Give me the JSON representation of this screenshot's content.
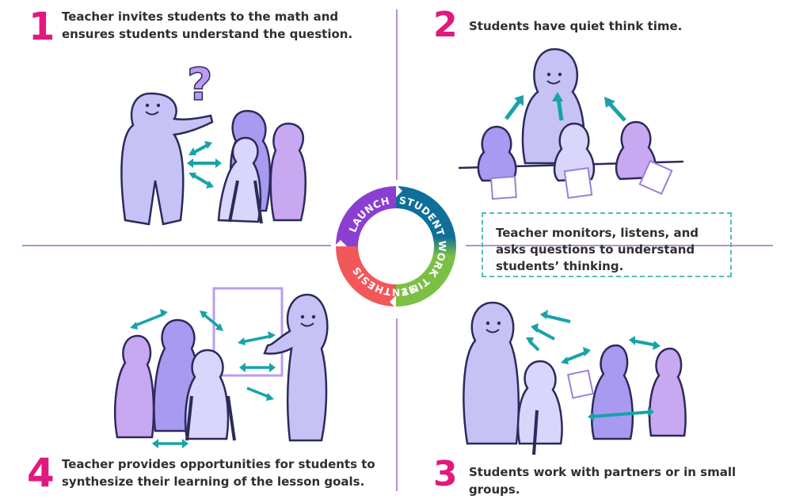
{
  "steps": {
    "step1": {
      "number": "1",
      "text": "Teacher invites students to the math and ensures students understand the question."
    },
    "step2": {
      "number": "2",
      "text": "Students have quiet think time."
    },
    "step3": {
      "number": "3",
      "text": "Students work with partners or in small groups."
    },
    "step4": {
      "number": "4",
      "text": "Teacher provides opportunities for students to synthesize their learning of the lesson goals."
    }
  },
  "callout": {
    "text": "Teacher monitors, listens, and asks questions to understand students’ thinking."
  },
  "wheel": {
    "segments": [
      {
        "label": "LAUNCH",
        "color": "#8a3fd1"
      },
      {
        "label": "STUDENT WORK TIME",
        "color_top": "#0f6f9a",
        "color_bottom": "#7cc043"
      },
      {
        "label": "SYNTHESIS",
        "color": "#f2585a"
      }
    ]
  },
  "colors": {
    "accent_number": "#e0197d",
    "divider": "#b58fd6",
    "arrow": "#17a3a8",
    "figure_teacher": "#c6c2f6",
    "figure_student_a": "#a79af0",
    "figure_student_b": "#c8a8f0",
    "figure_outline": "#2c2a5a"
  }
}
